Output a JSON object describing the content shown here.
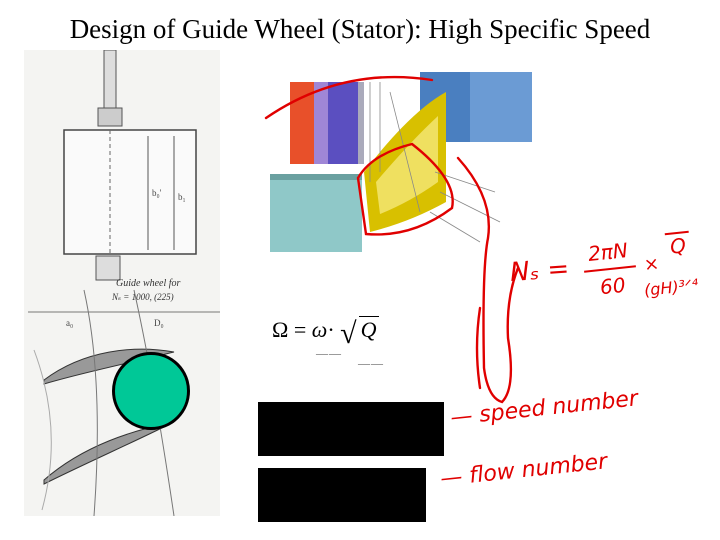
{
  "slide": {
    "title": "Design of Guide Wheel (Stator): High Specific Speed"
  },
  "sketch": {
    "caption_line1": "Guide wheel for",
    "caption_line2": "Nₛ = 1000, (225)",
    "label_b0": "b₀'",
    "label_b1": "b₁",
    "label_a0": "a₀",
    "label_d0": "D₀"
  },
  "formula": {
    "lhs": "Ω",
    "equals": "=",
    "omega": "ω",
    "dot": "·",
    "radicand": "Q",
    "dashes_left": "——",
    "dashes_right": "——"
  },
  "annotations": {
    "ns_lhs": "Nₛ =",
    "ns_num": "2πN",
    "ns_den": "60",
    "ns_times": "×",
    "ns_sqrt": "Q",
    "ns_den2": "(gH)³ᐟ⁴",
    "speed_note": "— speed number",
    "flow_note": "— flow number"
  },
  "colors": {
    "ink_red": "#e00000",
    "circle_fill": "#00c897",
    "render_orange": "#e8502a",
    "render_blue": "#3b6fb0",
    "render_teal": "#8fc8c8",
    "render_yellow": "#e4c400"
  }
}
